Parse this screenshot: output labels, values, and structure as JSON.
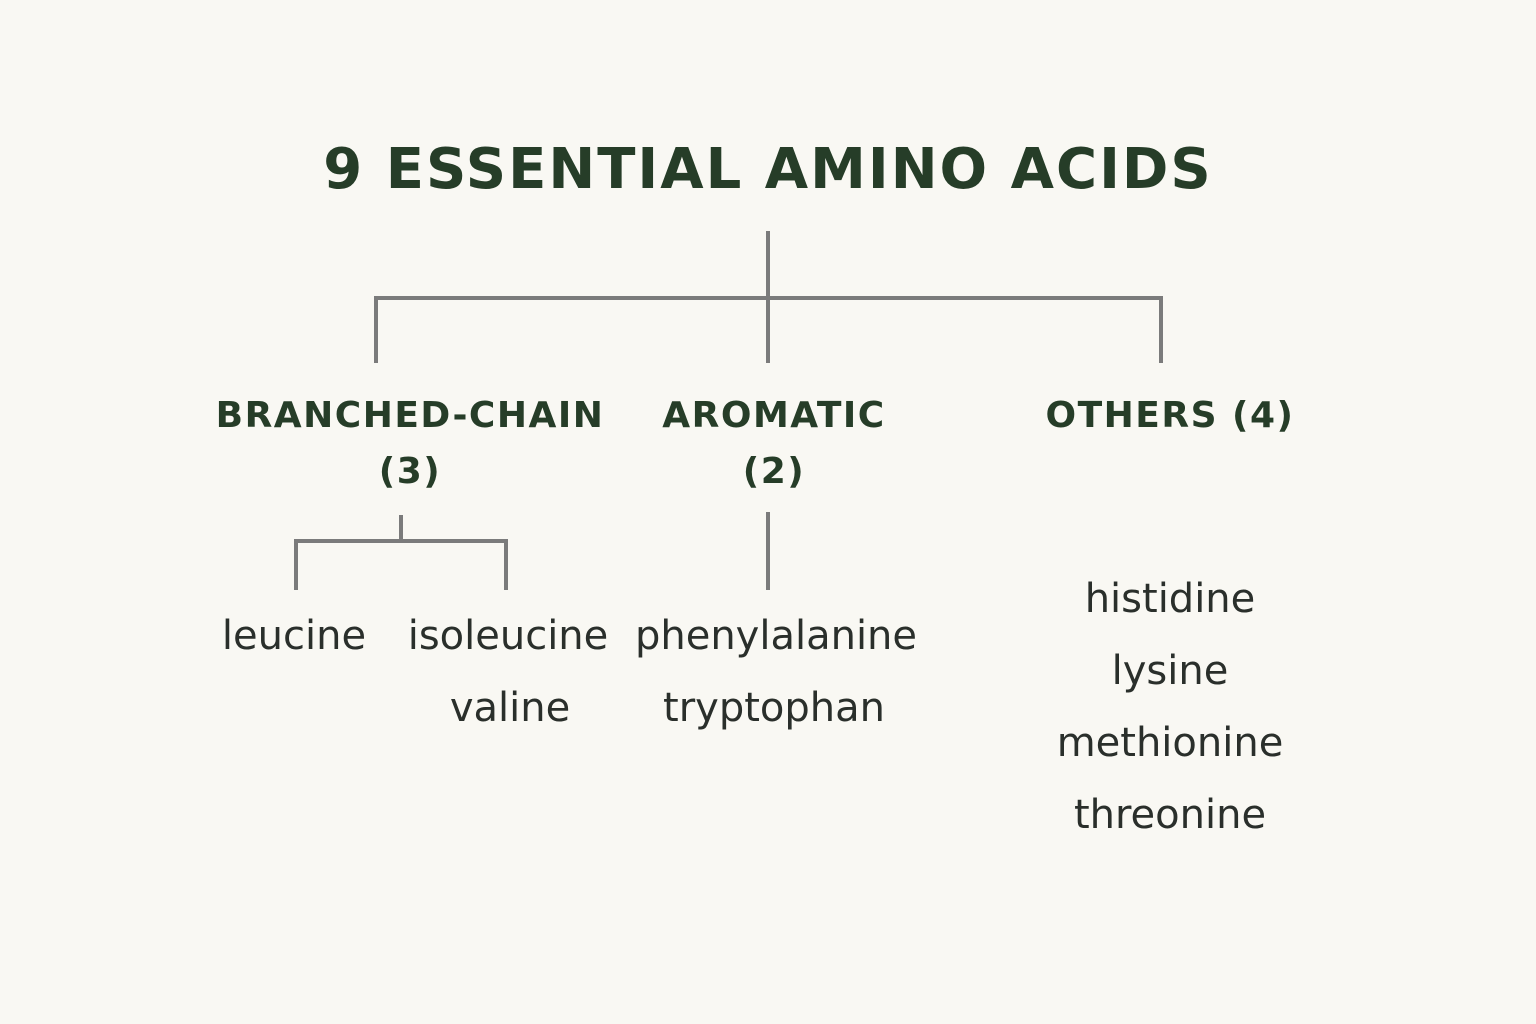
{
  "title": "9 ESSENTIAL AMINO ACIDS",
  "groups": [
    {
      "name": "BRANCHED-CHAIN",
      "count": "(3)",
      "items": [
        "leucine",
        "isoleucine",
        "valine"
      ]
    },
    {
      "name": "AROMATIC",
      "count": "(2)",
      "items": [
        "phenylalanine",
        "tryptophan"
      ]
    },
    {
      "name": "OTHERS (4)",
      "count": "",
      "items": [
        "histidine",
        "lysine",
        "methionine",
        "threonine"
      ]
    }
  ],
  "colors": {
    "background": "#f9f8f3",
    "heading": "#263d28",
    "text": "#2a2f2b",
    "connector": "#7b7b7b"
  }
}
